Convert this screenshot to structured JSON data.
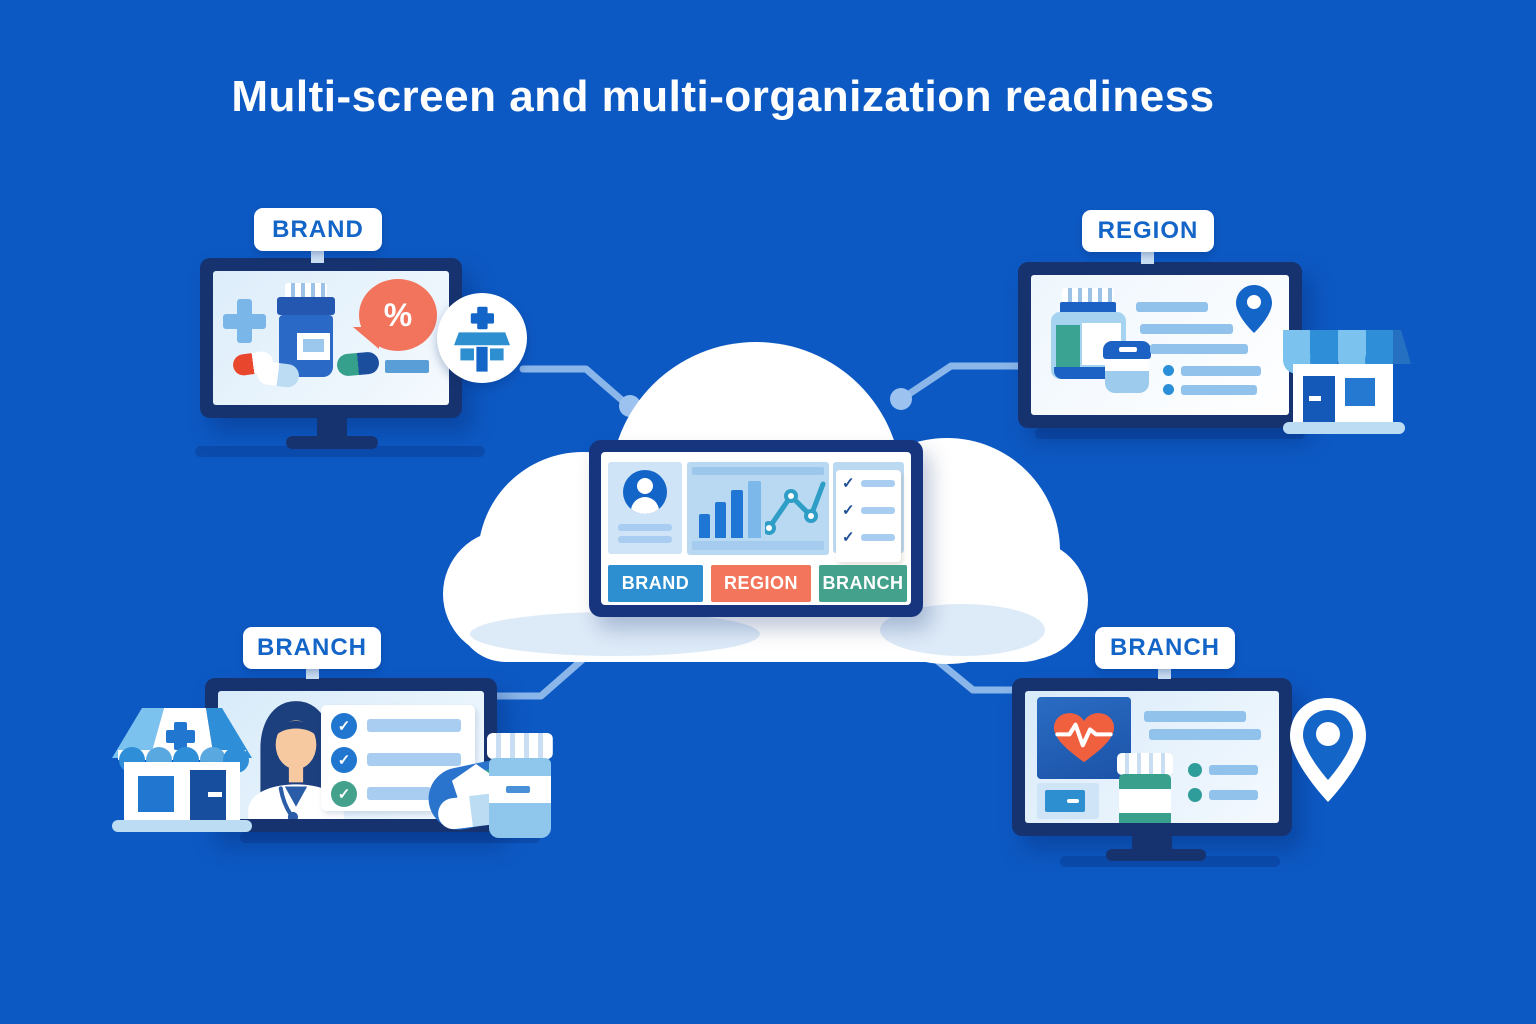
{
  "title": "Multi-screen and multi-organization readiness",
  "symbols": {
    "percent": "%",
    "check": "✓"
  },
  "colors": {
    "background": "#0d59c3",
    "bezel_navy": "#17336f",
    "dashboard_frame": "#16357e",
    "accent_blue": "#1465c8",
    "medium_blue": "#2e8fd0",
    "light_line": "#a9cdf0",
    "coral": "#f2745c",
    "heart_orange": "#f0603f",
    "teal": "#3aa08e",
    "connector_line": "#8ab6ea",
    "tab_brand": "#2e8fd0",
    "tab_region": "#f3755b",
    "tab_branch": "#43a18c"
  },
  "central_dashboard": {
    "description": "cloud-hosted dashboard",
    "tabs": [
      {
        "label": "BRAND"
      },
      {
        "label": "REGION"
      },
      {
        "label": "BRANCH"
      }
    ]
  },
  "org_nodes": [
    {
      "label": "BRAND",
      "position": "top-left"
    },
    {
      "label": "REGION",
      "position": "top-right"
    },
    {
      "label": "BRANCH",
      "position": "bottom-left"
    },
    {
      "label": "BRANCH",
      "position": "bottom-right"
    }
  ]
}
